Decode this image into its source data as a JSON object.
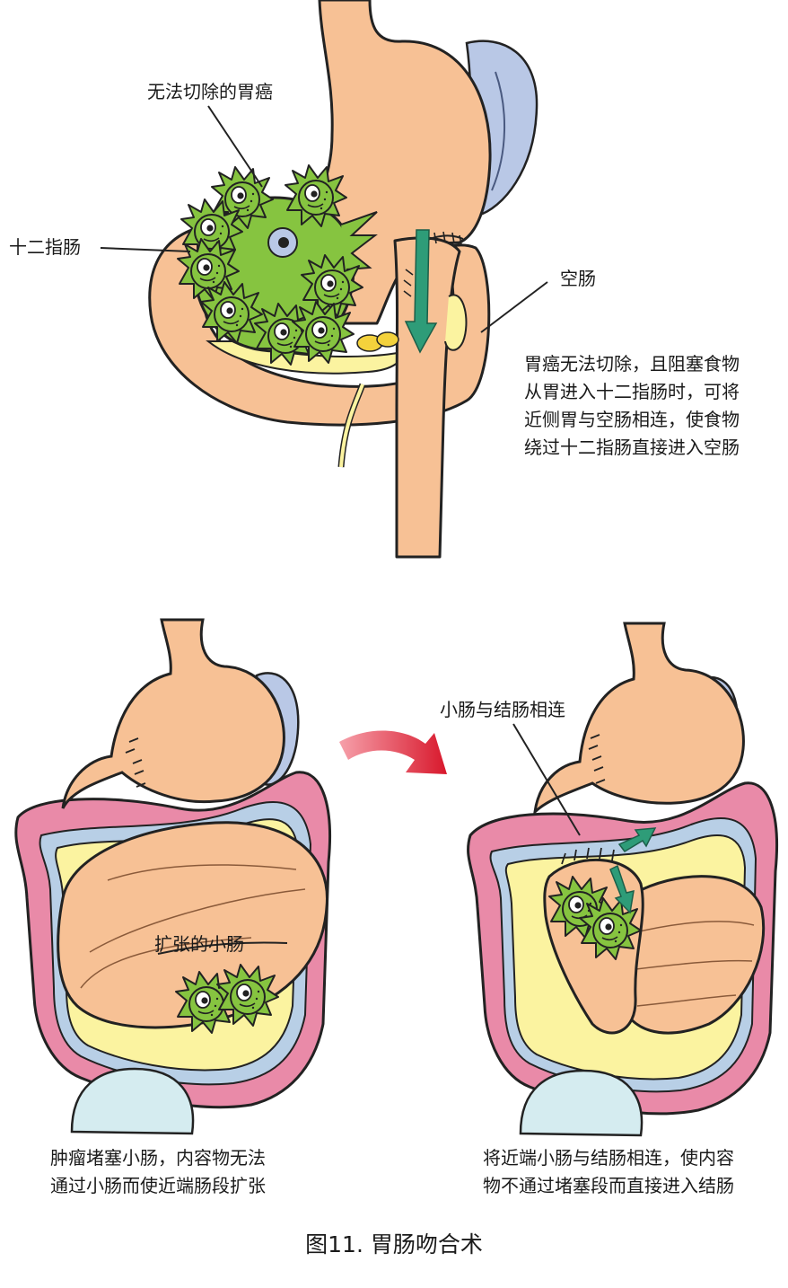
{
  "top": {
    "label_cancer": "无法切除的胃癌",
    "label_duodenum": "十二指肠",
    "label_jejunum": "空肠",
    "description": "胃癌无法切除，且阻塞食物\n从胃进入十二指肠时，可将\n近侧胃与空肠相连，使食物\n绕过十二指肠直接进入空肠"
  },
  "bottom_left": {
    "label_dilated": "扩张的小肠",
    "description": "肿瘤堵塞小肠，内容物无法\n通过小肠而使近端肠段扩张"
  },
  "bottom_right": {
    "label_connect": "小肠与结肠相连",
    "description": "将近端小肠与结肠相连，使内容\n物不通过堵塞段而直接进入结肠"
  },
  "caption": "图11. 胃肠吻合术",
  "colors": {
    "organ": "#f7c195",
    "organ_shadow": "#e8a878",
    "outline": "#222222",
    "colon": "#e98aa8",
    "colon_inner": "#b8cfe6",
    "fat": "#fbf3a0",
    "spleen": "#b9c8e6",
    "tumor": "#86c440",
    "tumor_dark": "#4e8a1c",
    "arrow_green": "#2e9c78",
    "arrow_red": "#e0283c"
  }
}
